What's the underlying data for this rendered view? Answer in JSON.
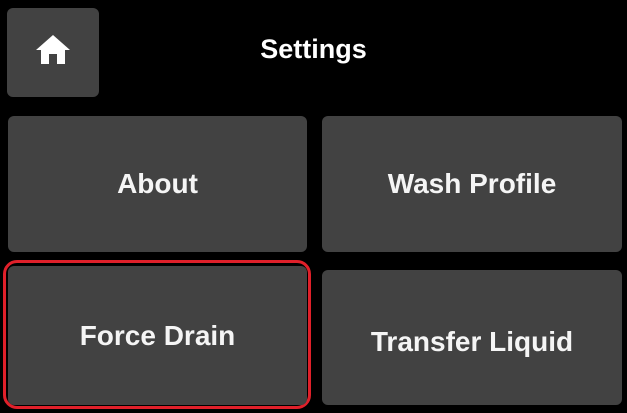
{
  "header": {
    "title": "Settings",
    "home_icon": "home-icon"
  },
  "menu": {
    "about": "About",
    "wash_profile": "Wash Profile",
    "force_drain": "Force Drain",
    "transfer_liquid": "Transfer Liquid"
  },
  "highlight": {
    "item": "force_drain",
    "color": "#e0202a"
  },
  "colors": {
    "background": "#000000",
    "button": "#424242",
    "text": "#ffffff"
  }
}
